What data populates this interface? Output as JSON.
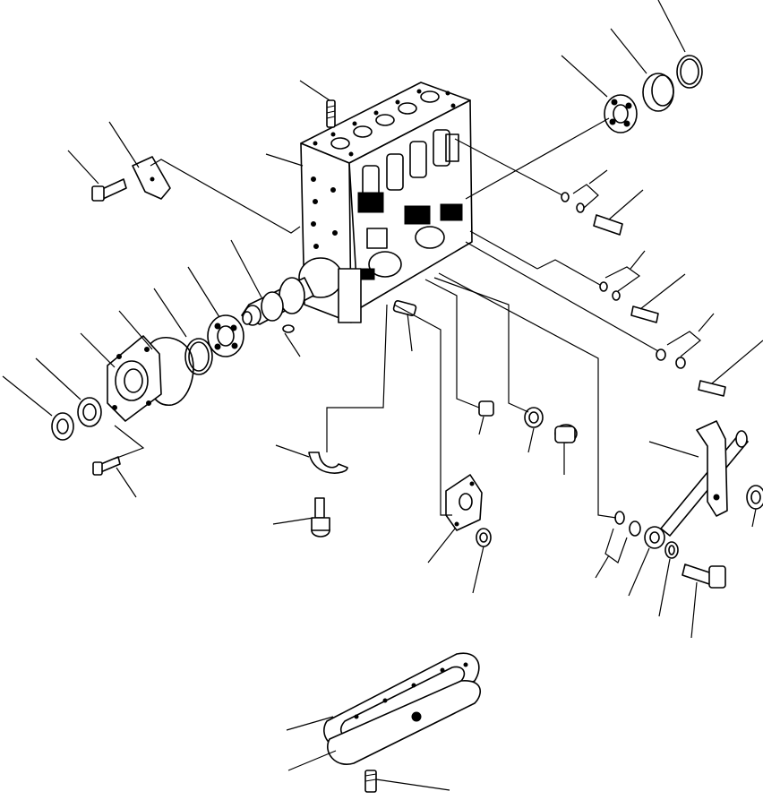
{
  "diagram": {
    "type": "exploded-parts-view",
    "colors": {
      "line": "#000000",
      "background": "#ffffff"
    },
    "parts": [
      {
        "id": "pump-housing"
      },
      {
        "id": "camshaft"
      },
      {
        "id": "bearing-right"
      },
      {
        "id": "bearing-right-outer-race"
      },
      {
        "id": "snap-ring-right"
      },
      {
        "id": "bearing-left"
      },
      {
        "id": "snap-ring-left"
      },
      {
        "id": "gasket-left"
      },
      {
        "id": "bearing-cover"
      },
      {
        "id": "oil-seal"
      },
      {
        "id": "shaft-nut"
      },
      {
        "id": "cover-bolt"
      },
      {
        "id": "bracket"
      },
      {
        "id": "bracket-bolt"
      },
      {
        "id": "top-bolt"
      },
      {
        "id": "woodruff-key"
      },
      {
        "id": "stopper-pin"
      },
      {
        "id": "plug-1"
      },
      {
        "id": "washer-1"
      },
      {
        "id": "plug-2"
      },
      {
        "id": "half-washer"
      },
      {
        "id": "stud-bolt"
      },
      {
        "id": "flange-plate"
      },
      {
        "id": "nut"
      },
      {
        "id": "control-rod"
      },
      {
        "id": "sleeve"
      },
      {
        "id": "lever-joint"
      },
      {
        "id": "joint-washer"
      },
      {
        "id": "joint-bolt"
      },
      {
        "id": "bottom-cover"
      },
      {
        "id": "bottom-gasket"
      },
      {
        "id": "bottom-bolt"
      },
      {
        "id": "o-ring-set-1"
      },
      {
        "id": "o-ring-set-2"
      },
      {
        "id": "o-ring-set-3"
      },
      {
        "id": "side-screw-1"
      },
      {
        "id": "side-screw-2"
      },
      {
        "id": "side-screw-3"
      },
      {
        "id": "o-ring-set-4"
      }
    ]
  }
}
